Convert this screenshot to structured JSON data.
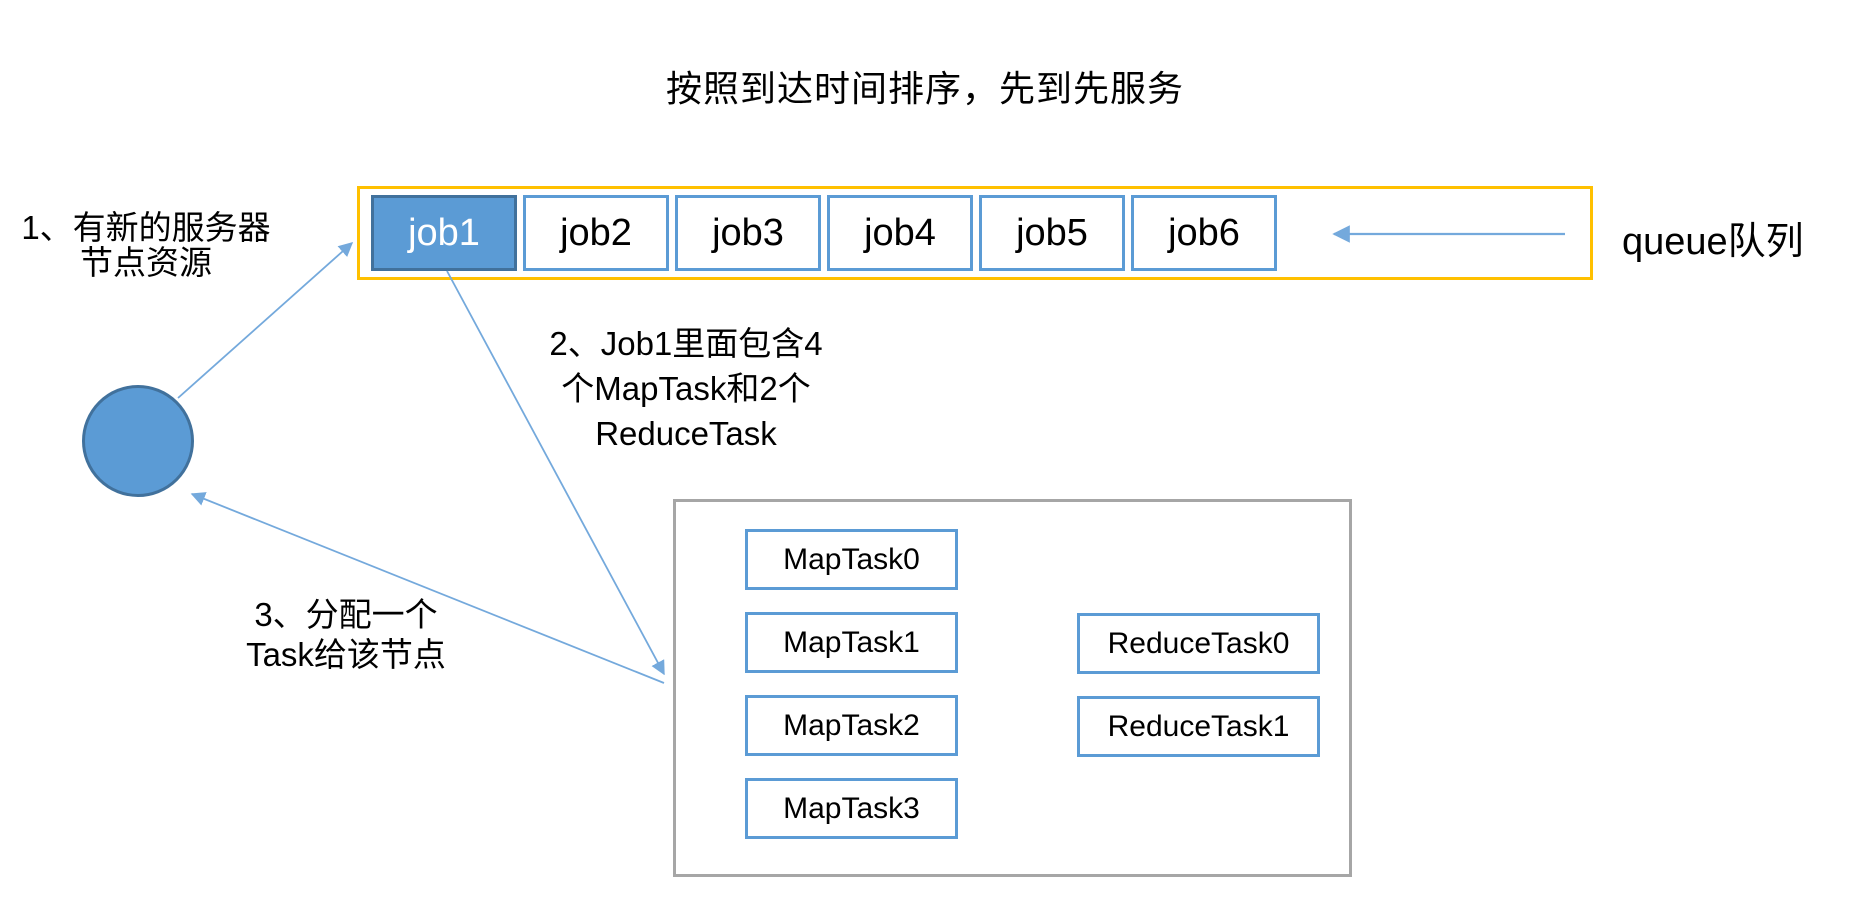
{
  "title": "按照到达时间排序，先到先服务",
  "queue": {
    "label": "queue队列",
    "jobs": [
      {
        "label": "job1",
        "selected": true
      },
      {
        "label": "job2",
        "selected": false
      },
      {
        "label": "job3",
        "selected": false
      },
      {
        "label": "job4",
        "selected": false
      },
      {
        "label": "job5",
        "selected": false
      },
      {
        "label": "job6",
        "selected": false
      }
    ]
  },
  "steps": {
    "step1": {
      "line1": "1、有新的服务器",
      "line2": "节点资源"
    },
    "step2": {
      "line1": "2、Job1里面包含4",
      "line2": "个MapTask和2个",
      "line3": "ReduceTask"
    },
    "step3": {
      "line1": "3、分配一个",
      "line2": "Task给该节点"
    }
  },
  "tasks": {
    "map": [
      "MapTask0",
      "MapTask1",
      "MapTask2",
      "MapTask3"
    ],
    "reduce": [
      "ReduceTask0",
      "ReduceTask1"
    ]
  },
  "colors": {
    "accent_blue": "#5B9BD5",
    "selected_job_border": "#41719C",
    "queue_border_orange": "#FFC000",
    "task_container_gray": "#A6A6A6",
    "arrow_blue": "#74A9DC",
    "text": "#000000",
    "background": "#FFFFFF"
  }
}
